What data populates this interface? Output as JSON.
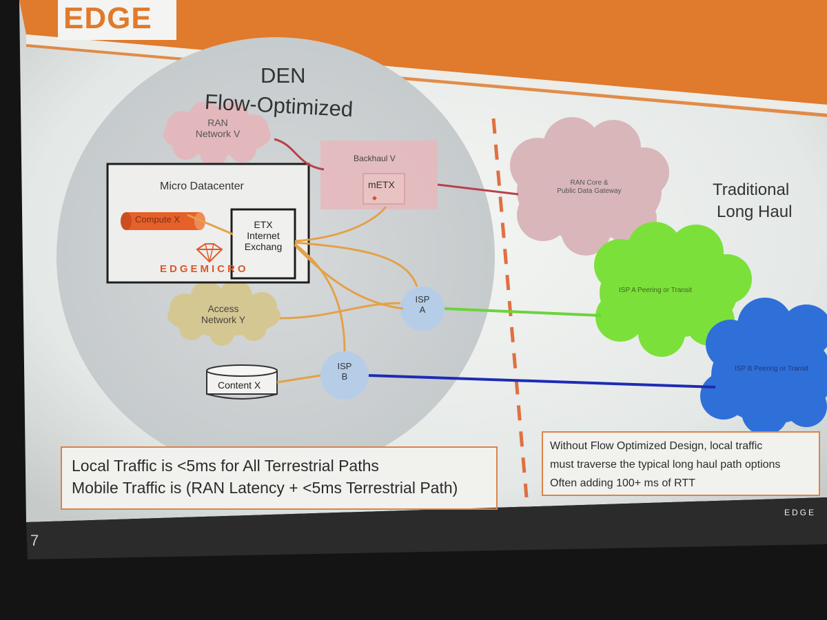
{
  "slide": {
    "header_title": "EDGE",
    "den_title_line1": "DEN",
    "den_title_line2": "Flow-Optimized",
    "right_title_line1": "Traditional",
    "right_title_line2": "Long Haul",
    "slide_number": "7",
    "footer_brand": "EDGE",
    "accent_color": "#e07a2c"
  },
  "nodes": {
    "ran_network": {
      "line1": "RAN",
      "line2": "Network V"
    },
    "backhaul": "Backhaul V",
    "metx": "mETX",
    "micro_datacenter": "Micro Datacenter",
    "compute": "Compute X",
    "etx": {
      "line1": "ETX",
      "line2": "Internet",
      "line3": "Exchang"
    },
    "edgemicro_logo": "EDGEMICRO",
    "access_network": {
      "line1": "Access",
      "line2": "Network Y"
    },
    "isp_a": {
      "line1": "ISP",
      "line2": "A"
    },
    "isp_b": {
      "line1": "ISP",
      "line2": "B"
    },
    "content": "Content X",
    "ran_core": {
      "line1": "RAN Core &",
      "line2": "Public Data Gateway"
    },
    "isp_a_peering": "ISP A Peering or Transit",
    "isp_b_peering": "ISP B Peering or Transit"
  },
  "notes": {
    "left_line1": "Local Traffic is <5ms for All Terrestrial Paths",
    "left_line2": "Mobile Traffic is (RAN Latency + <5ms Terrestrial Path)",
    "right_line1": "Without Flow Optimized Design, local traffic",
    "right_line2": "must traverse the typical long haul path options",
    "right_line3": "Often adding 100+ ms of RTT"
  },
  "colors": {
    "link_orange": "#e3a148",
    "backhaul_red": "#b8404a",
    "isp_a_green": "#6cd33a",
    "isp_b_blue": "#1e2bb5",
    "divider_orange": "#e07040"
  }
}
